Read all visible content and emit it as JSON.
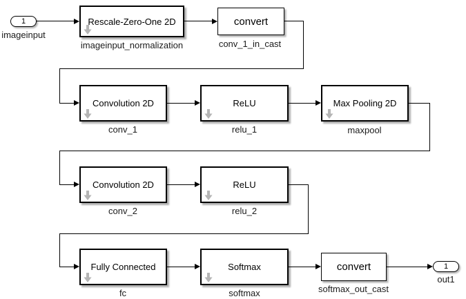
{
  "diagram": {
    "app": "Simulink model canvas",
    "blocks": [
      {
        "id": "imageinput",
        "kind": "inport",
        "text": "1",
        "label": "imageinput"
      },
      {
        "id": "imageinput_normalization",
        "kind": "subsystem",
        "text": "Rescale-Zero-One 2D",
        "label": "imageinput_normalization"
      },
      {
        "id": "conv_1_in_cast",
        "kind": "cast",
        "text": "convert",
        "label": "conv_1_in_cast"
      },
      {
        "id": "conv_1",
        "kind": "subsystem",
        "text": "Convolution 2D",
        "label": "conv_1"
      },
      {
        "id": "relu_1",
        "kind": "subsystem",
        "text": "ReLU",
        "label": "relu_1"
      },
      {
        "id": "maxpool",
        "kind": "subsystem",
        "text": "Max Pooling 2D",
        "label": "maxpool"
      },
      {
        "id": "conv_2",
        "kind": "subsystem",
        "text": "Convolution 2D",
        "label": "conv_2"
      },
      {
        "id": "relu_2",
        "kind": "subsystem",
        "text": "ReLU",
        "label": "relu_2"
      },
      {
        "id": "fc",
        "kind": "subsystem",
        "text": "Fully Connected",
        "label": "fc"
      },
      {
        "id": "softmax",
        "kind": "subsystem",
        "text": "Softmax",
        "label": "softmax"
      },
      {
        "id": "softmax_out_cast",
        "kind": "cast",
        "text": "convert",
        "label": "softmax_out_cast"
      },
      {
        "id": "out1",
        "kind": "outport",
        "text": "1",
        "label": "out1"
      }
    ],
    "connections": [
      "imageinput -> imageinput_normalization",
      "imageinput_normalization -> conv_1_in_cast",
      "conv_1_in_cast -> conv_1",
      "conv_1 -> relu_1",
      "relu_1 -> maxpool",
      "maxpool -> conv_2",
      "conv_2 -> relu_2",
      "relu_2 -> fc",
      "fc -> softmax",
      "softmax -> softmax_out_cast",
      "softmax_out_cast -> out1"
    ],
    "icons": {
      "subsystem_badge": "look-under-mask-down-arrow"
    },
    "colors": {
      "background": "#ffffff",
      "block_border": "#000000",
      "block_fill": "#ffffff",
      "wire": "#000000",
      "badge": "#b5b5b5",
      "label_text": "#1a1a1a"
    }
  }
}
